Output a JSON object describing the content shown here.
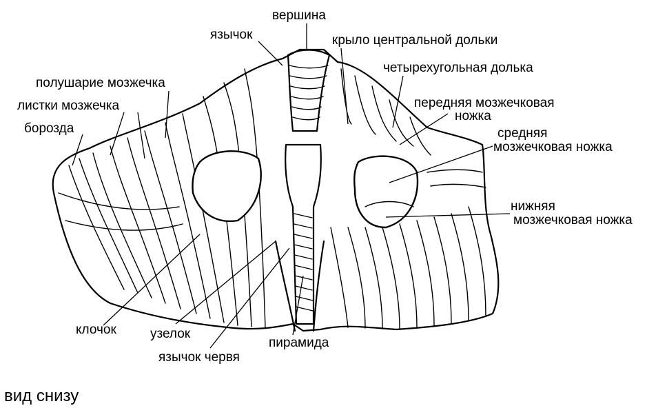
{
  "labels": {
    "vershina": "вершина",
    "yazychok": "язычок",
    "krylo": "крыло центральной дольки",
    "chetyrekh": "четырехугольная долька",
    "perednyaya_1": "передняя мозжечковая",
    "perednyaya_2": "ножка",
    "srednyaya_1": "средняя",
    "srednyaya_2": "мозжечковая ножка",
    "nizhnyaya_1": "нижняя",
    "nizhnyaya_2": "мозжечковая ножка",
    "polusharie": "полушарие мозжечка",
    "listki": "листки мозжечка",
    "borozda": "борозда",
    "klochok": "клочок",
    "uzelok": "узелок",
    "yazychok_chervya": "язычок червя",
    "piramida": "пирамида"
  },
  "caption": "вид снизу"
}
